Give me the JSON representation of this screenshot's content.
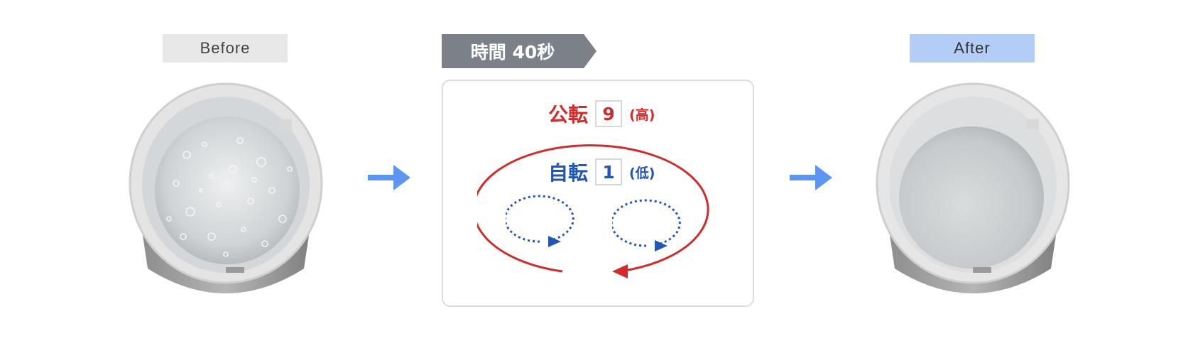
{
  "before_label": "Before",
  "after_label": "After",
  "time_label": "時間 40秒",
  "revolution": {
    "name": "公転",
    "value": "9",
    "level": "(高)"
  },
  "rotation": {
    "name": "自転",
    "value": "1",
    "level": "(低)"
  },
  "colors": {
    "red": "#d42a2a",
    "blue": "#1f56b8",
    "arrow": "#5b96f5",
    "tag": "#7b8089",
    "after_badge": "#b3cdf7"
  }
}
